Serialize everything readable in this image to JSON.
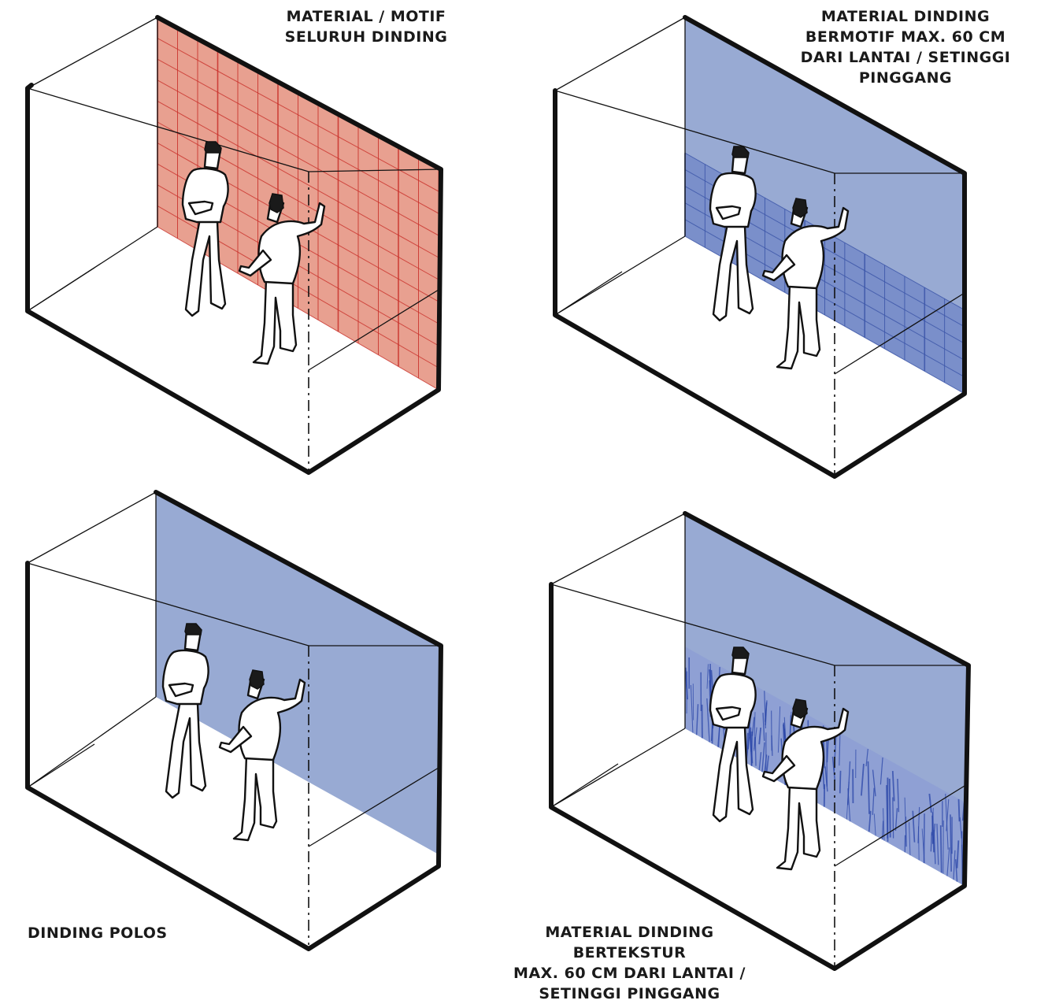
{
  "colors": {
    "motif_wall": "#e8a090",
    "motif_grid": "#c9302a",
    "plain_wall": "#98aad3",
    "wainscot": "#7a8fca",
    "wainscot_grid": "#3b55a8",
    "texture": "#2a46a8",
    "line": "#111111"
  },
  "panels": {
    "top_left": {
      "caption_lines": [
        "MATERIAL / MOTIF",
        "SELURUH DINDING"
      ]
    },
    "top_right": {
      "caption_lines": [
        "MATERIAL DINDING",
        "BERMOTIF MAX. 60 CM",
        "DARI LANTAI / SETINGGI",
        "PINGGANG"
      ]
    },
    "bottom_left": {
      "caption_lines": [
        "DINDING POLOS"
      ]
    },
    "bottom_right": {
      "caption_lines": [
        "MATERIAL DINDING",
        "BERTEKSTUR",
        "MAX. 60 CM DARI LANTAI /",
        "SETINGGI PINGGANG"
      ]
    }
  }
}
